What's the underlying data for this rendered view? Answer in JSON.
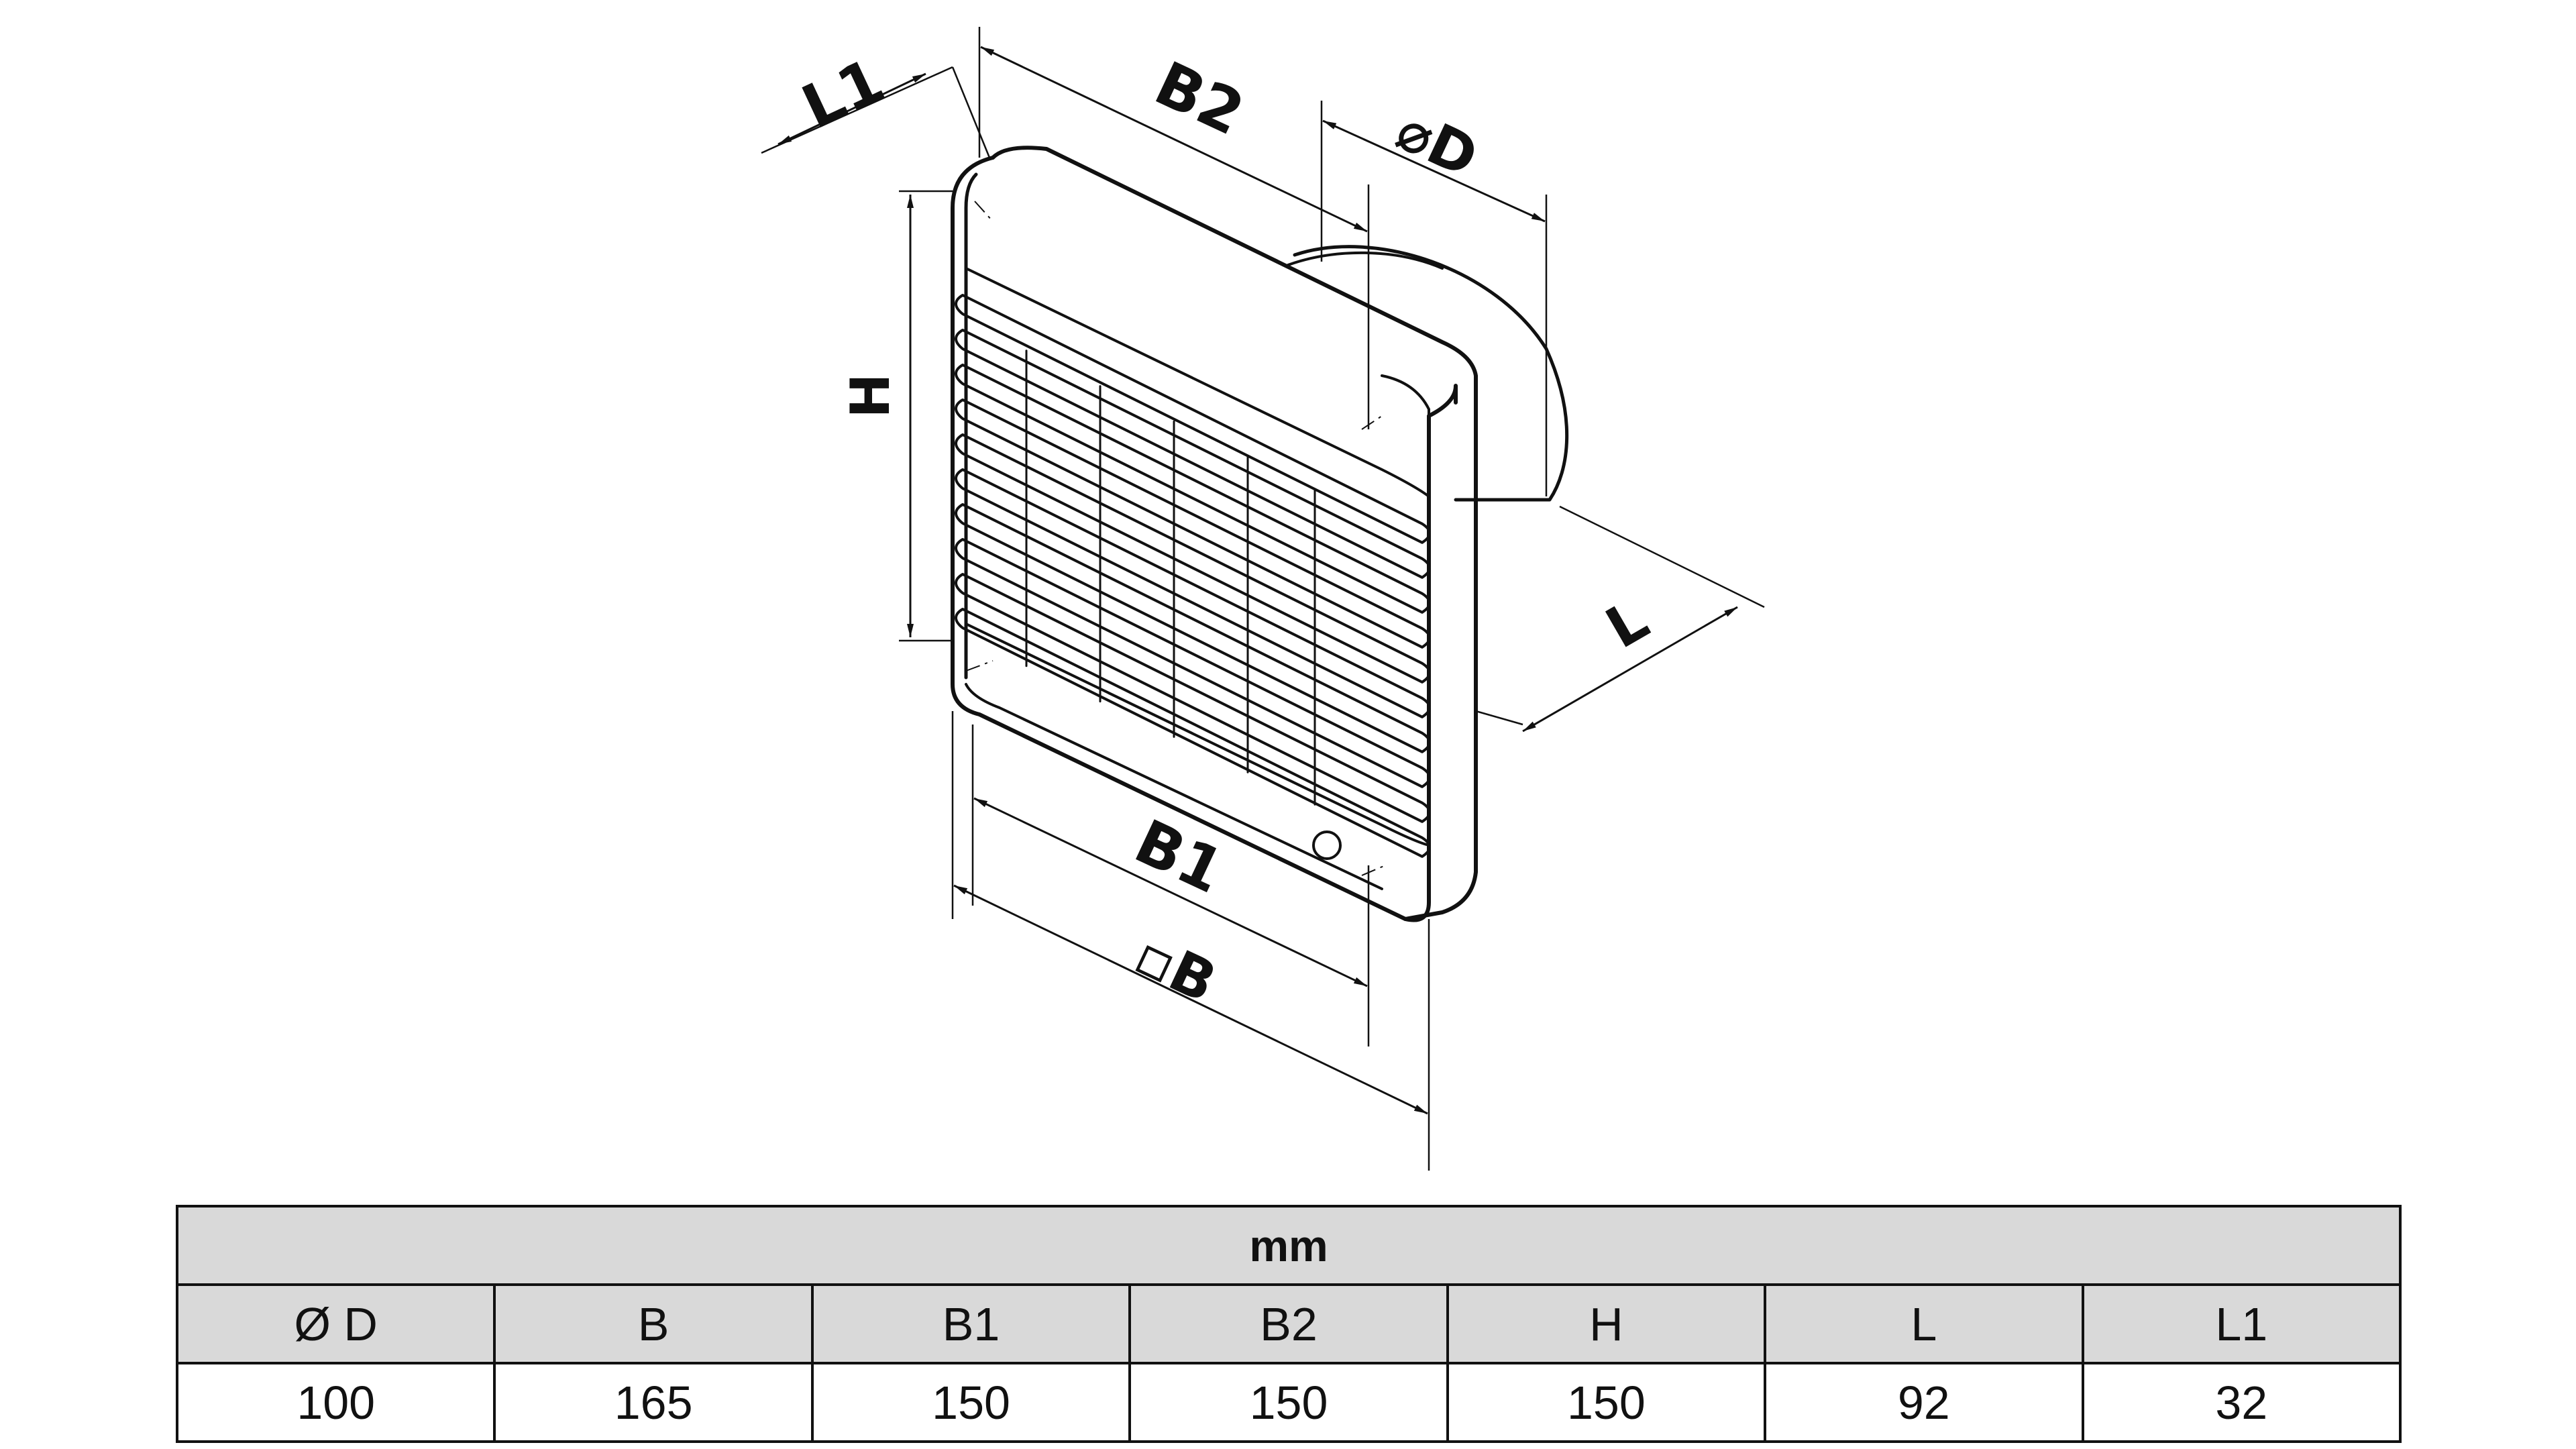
{
  "diagram": {
    "labels": {
      "L1": "L1",
      "B2": "B2",
      "D": "⌀D",
      "H": "H",
      "L": "L",
      "B1": "B1",
      "B": "▫B"
    }
  },
  "table": {
    "unit": "mm",
    "headers": [
      "Ø D",
      "B",
      "B1",
      "B2",
      "H",
      "L",
      "L1"
    ],
    "values": [
      "100",
      "165",
      "150",
      "150",
      "150",
      "92",
      "32"
    ]
  }
}
